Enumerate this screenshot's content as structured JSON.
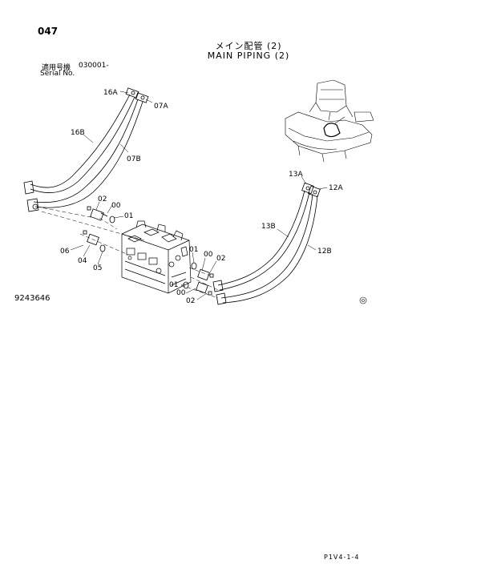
{
  "header": {
    "page_number": "047",
    "title_jp": "メイン配管 (2)",
    "title_en": "MAIN PIPING (2)"
  },
  "serial": {
    "label_jp": "適用号機",
    "value": "030001-",
    "label_en": "Serial No."
  },
  "figure_number": "9243646",
  "footer_code": "P1V4-1-4",
  "part_labels": {
    "p16A": "16A",
    "p07A": "07A",
    "p16B": "16B",
    "p07B": "07B",
    "p02_left": "02",
    "p00_left": "00",
    "p01_left": "01",
    "p06": "06",
    "p04": "04",
    "p05": "05",
    "p01_r1": "01",
    "p00_r1": "00",
    "p02_r1": "02",
    "p01_r2": "01",
    "p00_r2": "00",
    "p02_r2": "02",
    "p13A": "13A",
    "p12A": "12A",
    "p13B": "13B",
    "p12B": "12B"
  }
}
